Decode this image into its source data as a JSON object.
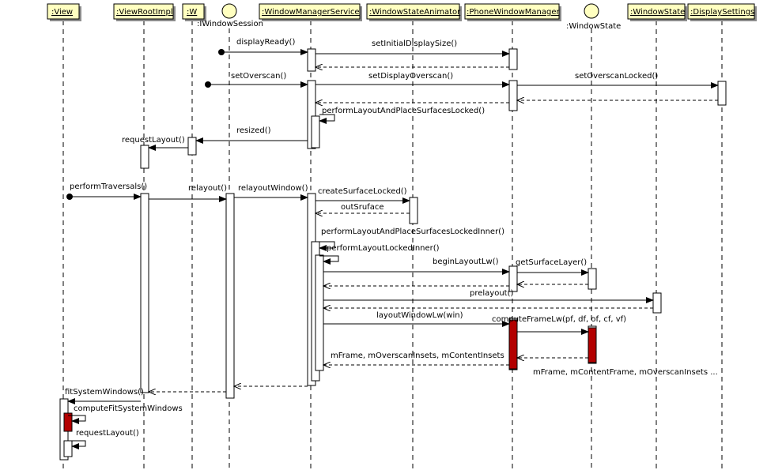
{
  "participants": [
    {
      "id": "view",
      "label": ":View",
      "kind": "box"
    },
    {
      "id": "vri",
      "label": ":ViewRootImpl",
      "kind": "box"
    },
    {
      "id": "w",
      "label": ":W",
      "kind": "box"
    },
    {
      "id": "iws",
      "label": ":IWindowSession",
      "kind": "actor"
    },
    {
      "id": "wms",
      "label": ":WindowManagerService",
      "kind": "box"
    },
    {
      "id": "wsa",
      "label": ":WindowStateAnimator",
      "kind": "box"
    },
    {
      "id": "pwm",
      "label": ":PhoneWindowManager",
      "kind": "box"
    },
    {
      "id": "wst",
      "label": ":WindowState",
      "kind": "actor"
    },
    {
      "id": "ws2",
      "label": ":WindowState",
      "kind": "box"
    },
    {
      "id": "ds",
      "label": ":DisplaySettings",
      "kind": "box"
    }
  ],
  "messages": [
    {
      "label": "displayReady()"
    },
    {
      "label": "setInitialDisplaySize()"
    },
    {
      "label": "setOverscan()"
    },
    {
      "label": "setDisplayOverscan()"
    },
    {
      "label": "setOverscanLocked()"
    },
    {
      "label": "performLayoutAndPlaceSurfacesLocked()"
    },
    {
      "label": "resized()"
    },
    {
      "label": "requestLayout()"
    },
    {
      "label": "performTraversals()"
    },
    {
      "label": "relayout()"
    },
    {
      "label": "relayoutWindow()"
    },
    {
      "label": "createSurfaceLocked()"
    },
    {
      "label": "outSruface"
    },
    {
      "label": "performLayoutAndPlaceSurfacesLockedInner()"
    },
    {
      "label": "performLayoutLockedInner()"
    },
    {
      "label": "beginLayoutLw()"
    },
    {
      "label": "getSurfaceLayer()"
    },
    {
      "label": "prelayout()"
    },
    {
      "label": "layoutWindowLw(win)"
    },
    {
      "label": "computeFrameLw(pf, df, of, cf, vf)"
    },
    {
      "label": "mFrame, mOverscanInsets, mContentInsets"
    },
    {
      "label": "mFrame, mContentFrame, mOverscanInsets ..."
    },
    {
      "label": "fitSystemWindows()"
    },
    {
      "label": "computeFitSystemWindows"
    },
    {
      "label": "requestLayout()"
    }
  ],
  "colors": {
    "header_fill": "#ffffc0",
    "header_shadow": "#8c8c8c",
    "activation_highlight": "#b30000"
  }
}
